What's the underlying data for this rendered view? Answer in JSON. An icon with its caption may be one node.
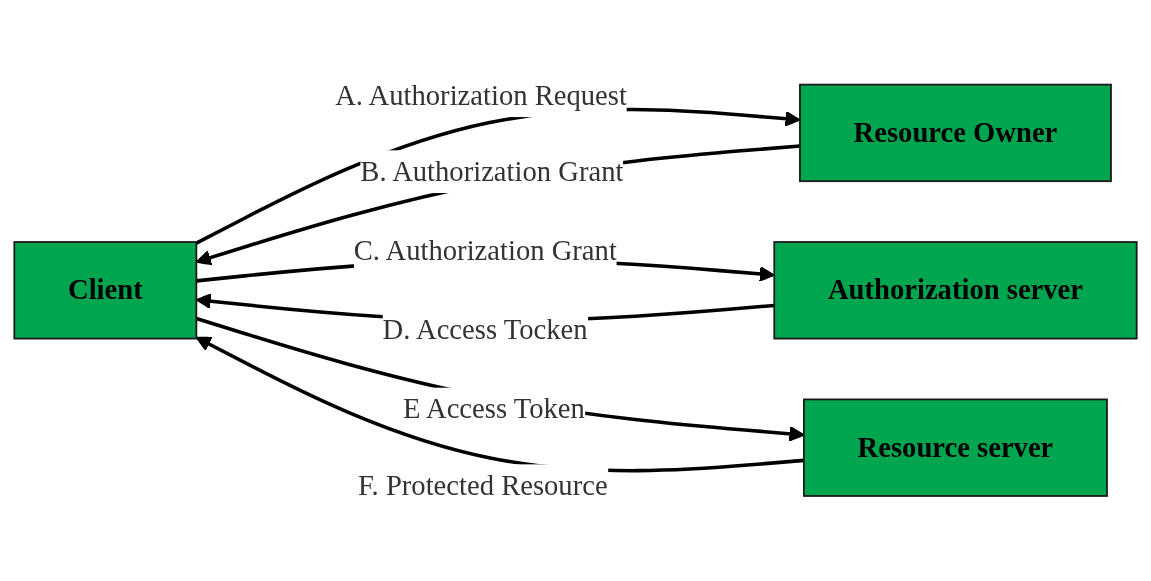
{
  "diagram": {
    "nodes": [
      {
        "text": [
          "Client"
        ]
      },
      {
        "text": [
          "Resource Owner"
        ]
      },
      {
        "text": [
          "Authorization server"
        ]
      },
      {
        "text": [
          "Resource server"
        ]
      }
    ],
    "edges": [
      {
        "from": 0,
        "to": 1,
        "arrow": "to",
        "label": "A.   Authorization Request"
      },
      {
        "from": 1,
        "to": 0,
        "arrow": "to",
        "label": "B.   Authorization Grant"
      },
      {
        "from": 0,
        "to": 2,
        "arrow": "to",
        "label": "C.   Authorization Grant"
      },
      {
        "from": 2,
        "to": 0,
        "arrow": "to",
        "label": "D.   Access Tocken"
      },
      {
        "from": 0,
        "to": 3,
        "arrow": "to",
        "label": "E    Access Token"
      },
      {
        "from": 3,
        "to": 0,
        "arrow": "to",
        "label": "F.   Protected Resource"
      }
    ]
  }
}
